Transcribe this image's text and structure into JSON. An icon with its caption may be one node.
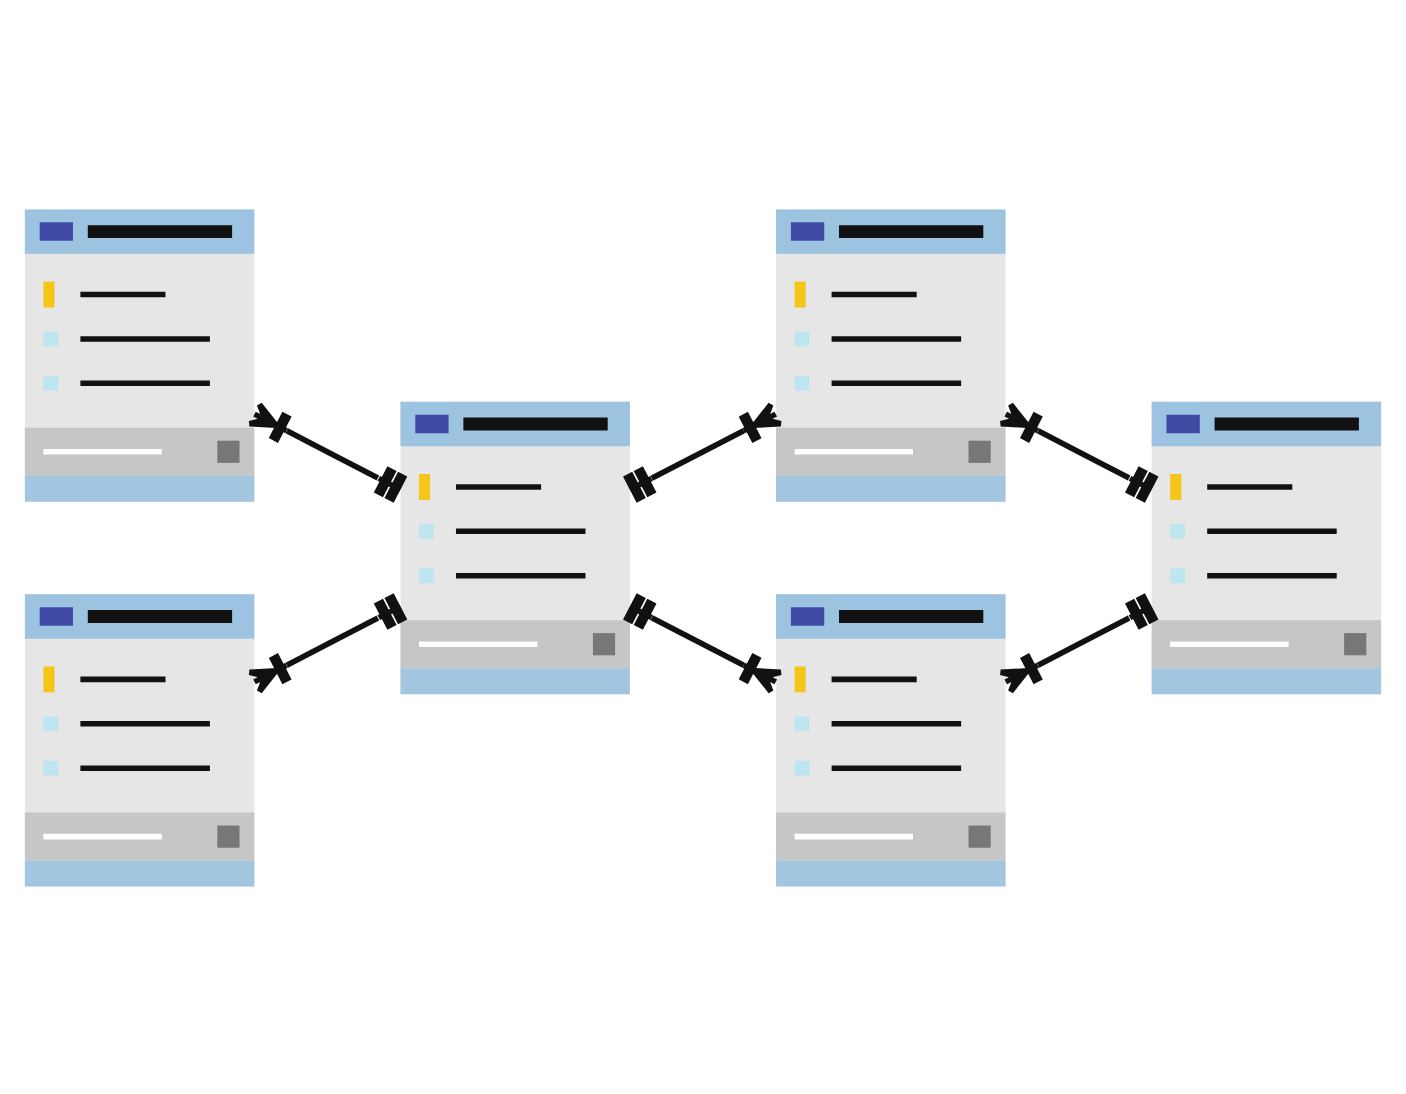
{
  "diagram": {
    "nodes": [
      {
        "text": [],
        "shape": "box"
      },
      {
        "text": [],
        "shape": "box"
      },
      {
        "text": [],
        "shape": "box"
      },
      {
        "text": [],
        "shape": "box"
      },
      {
        "text": [],
        "shape": "box"
      },
      {
        "text": [],
        "shape": "box"
      }
    ],
    "edges": [
      {
        "from": 2,
        "to": 1,
        "arrow": "other"
      },
      {
        "from": 2,
        "to": 4,
        "arrow": "other"
      },
      {
        "from": 2,
        "to": 0,
        "arrow": "other"
      },
      {
        "from": 3,
        "to": 0,
        "arrow": "other"
      },
      {
        "from": 2,
        "to": 5,
        "arrow": "other"
      },
      {
        "from": 3,
        "to": 5,
        "arrow": "other"
      }
    ]
  }
}
